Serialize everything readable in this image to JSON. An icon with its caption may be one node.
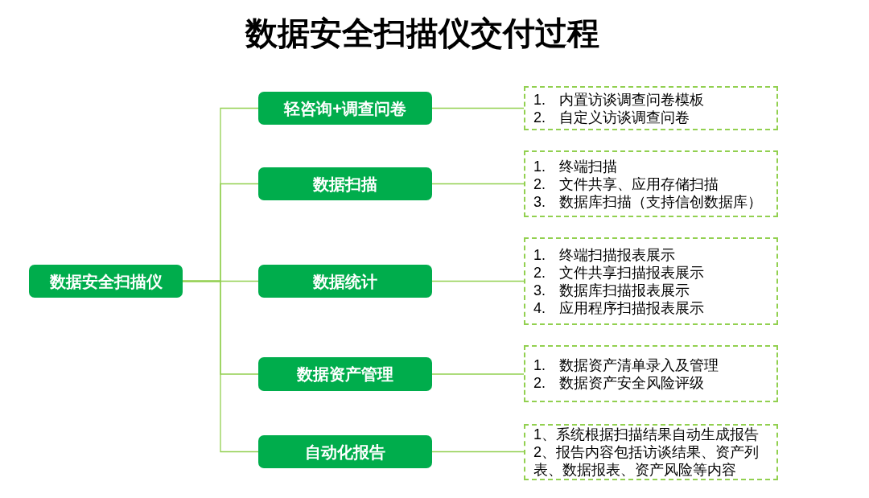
{
  "diagram": {
    "title": "数据安全扫描仪交付过程",
    "nodes": [
      {
        "text": [
          "数据安全扫描仪"
        ]
      },
      {
        "text": [
          "轻咨询+调查问卷"
        ]
      },
      {
        "text": [
          "1. 内置访谈调查问卷模板",
          "2. 自定义访谈调查问卷"
        ]
      },
      {
        "text": [
          "数据扫描"
        ]
      },
      {
        "text": [
          "1. 终端扫描",
          "2. 文件共享、应用存储扫描",
          "3. 数据库扫描（支持信创数据库）"
        ]
      },
      {
        "text": [
          "数据统计"
        ]
      },
      {
        "text": [
          "1. 终端扫描报表展示",
          "2. 文件共享扫描报表展示",
          "3. 数据库扫描报表展示",
          "4. 应用程序扫描报表展示"
        ]
      },
      {
        "text": [
          "数据资产管理"
        ]
      },
      {
        "text": [
          "1. 数据资产清单录入及管理",
          "2. 数据资产安全风险评级"
        ]
      },
      {
        "text": [
          "自动化报告"
        ]
      },
      {
        "text": [
          "1、系统根据扫描结果自动生成报告",
          "2、报告内容包括访谈结果、资产列表、数据报表、资产风险等内容"
        ]
      }
    ],
    "edges": [
      {
        "from": 0,
        "to": 1,
        "arrow": "none"
      },
      {
        "from": 0,
        "to": 3,
        "arrow": "none"
      },
      {
        "from": 0,
        "to": 5,
        "arrow": "none"
      },
      {
        "from": 0,
        "to": 7,
        "arrow": "none"
      },
      {
        "from": 0,
        "to": 9,
        "arrow": "none"
      },
      {
        "from": 1,
        "to": 2,
        "arrow": "none"
      },
      {
        "from": 3,
        "to": 4,
        "arrow": "none"
      },
      {
        "from": 5,
        "to": 6,
        "arrow": "none"
      },
      {
        "from": 7,
        "to": 8,
        "arrow": "none"
      },
      {
        "from": 9,
        "to": 10,
        "arrow": "none"
      }
    ]
  }
}
